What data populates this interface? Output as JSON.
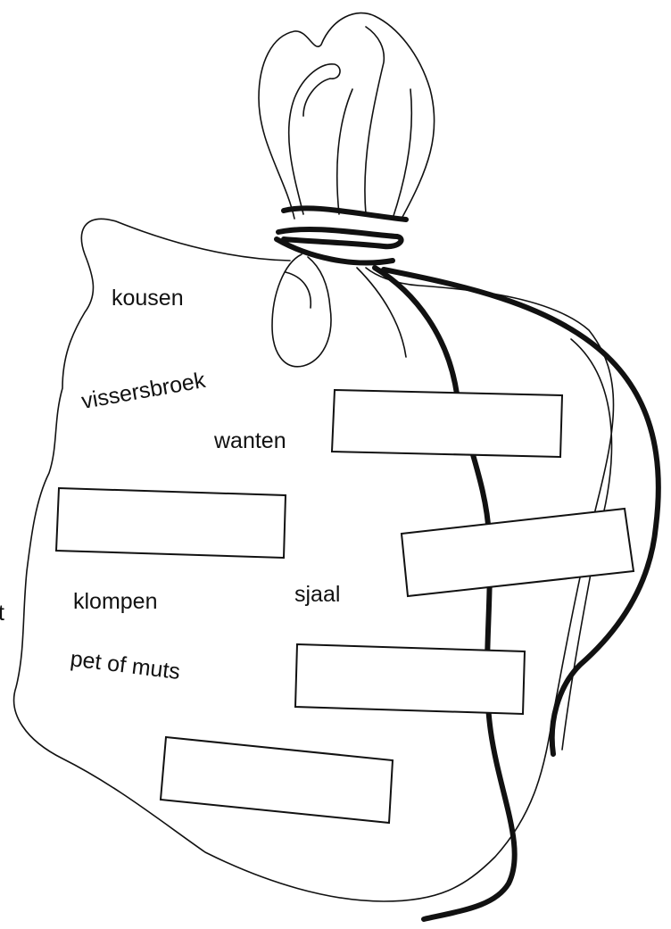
{
  "illustration": "sack-icon",
  "words": {
    "kousen": "kousen",
    "vissersbroek": "vissersbroek",
    "wanten": "wanten",
    "klompen": "klompen",
    "sjaal": "sjaal",
    "pet_of_muts": "pet of muts",
    "edge_fragment": "t"
  },
  "answer_boxes": [
    {
      "value": ""
    },
    {
      "value": ""
    },
    {
      "value": ""
    },
    {
      "value": ""
    },
    {
      "value": ""
    }
  ]
}
